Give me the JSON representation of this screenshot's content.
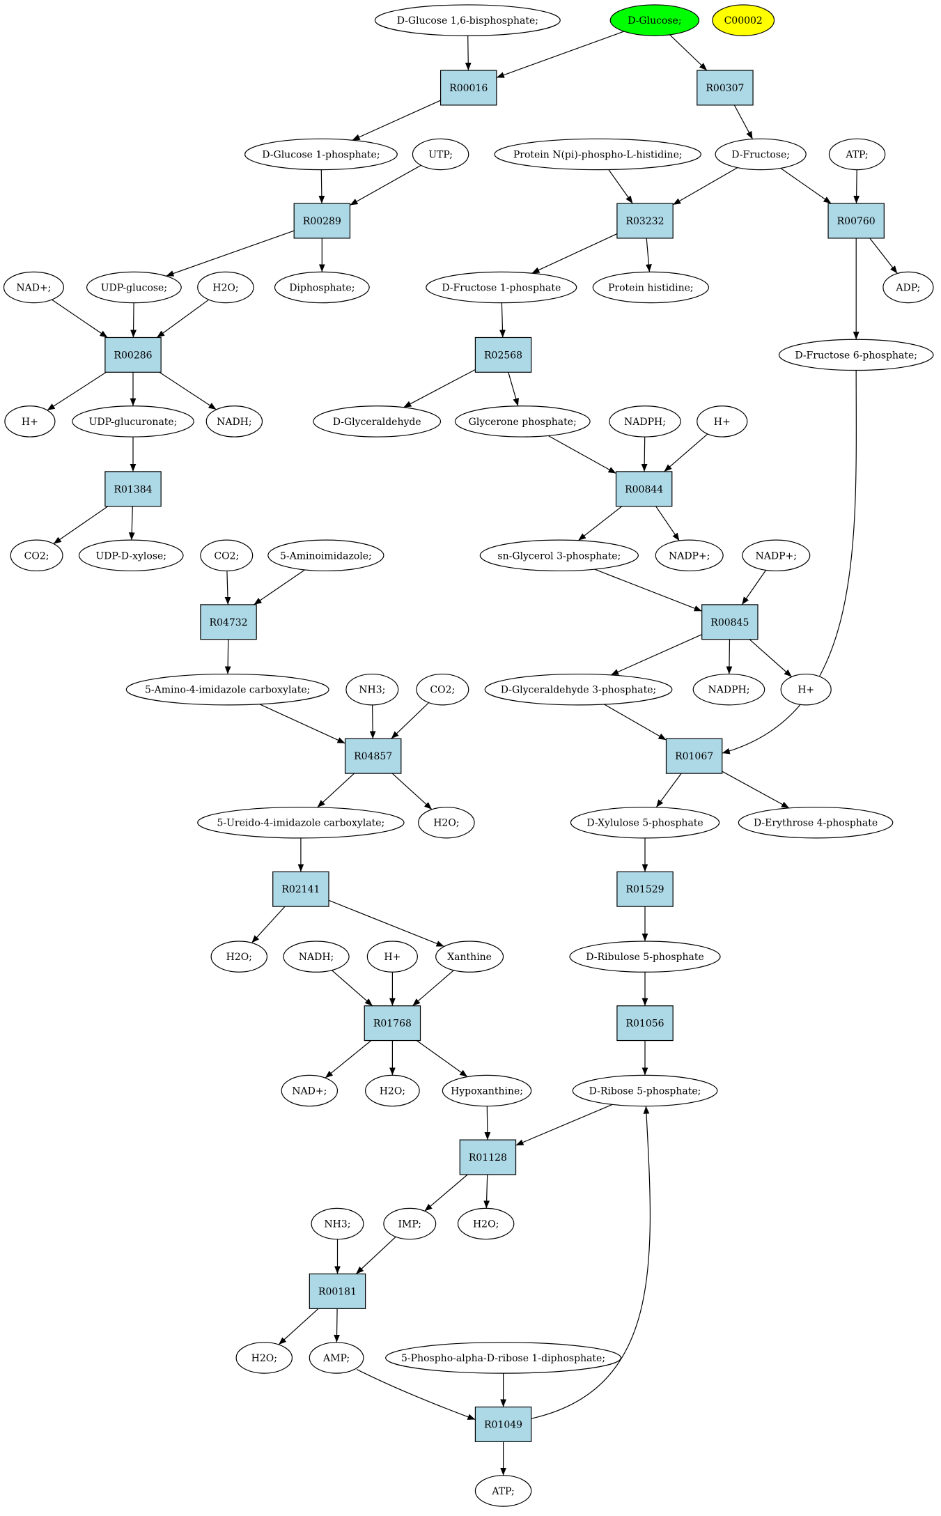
{
  "colors": {
    "reaction_fill": "#add8e6",
    "compound_fill": "#ffffff",
    "start_fill": "#00ff00",
    "highlight_fill": "#ffff00",
    "line": "#000000"
  },
  "nodes": [
    {
      "id": "g16bp",
      "kind": "compound",
      "label": "D-Glucose 1,6-bisphosphate;"
    },
    {
      "id": "glc",
      "kind": "compound",
      "label": "D-Glucose;",
      "fill": "start"
    },
    {
      "id": "c00002",
      "kind": "compound",
      "label": "C00002",
      "fill": "highlight"
    },
    {
      "id": "R00016",
      "kind": "reaction",
      "label": "R00016"
    },
    {
      "id": "R00307",
      "kind": "reaction",
      "label": "R00307"
    },
    {
      "id": "g1p",
      "kind": "compound",
      "label": "D-Glucose 1-phosphate;"
    },
    {
      "id": "utp",
      "kind": "compound",
      "label": "UTP;"
    },
    {
      "id": "protnp",
      "kind": "compound",
      "label": "Protein N(pi)-phospho-L-histidine;"
    },
    {
      "id": "fru",
      "kind": "compound",
      "label": "D-Fructose;"
    },
    {
      "id": "atp1",
      "kind": "compound",
      "label": "ATP;"
    },
    {
      "id": "R00289",
      "kind": "reaction",
      "label": "R00289"
    },
    {
      "id": "R03232",
      "kind": "reaction",
      "label": "R03232"
    },
    {
      "id": "R00760",
      "kind": "reaction",
      "label": "R00760"
    },
    {
      "id": "nadp1",
      "kind": "compound",
      "label": "NAD+;"
    },
    {
      "id": "udpglc",
      "kind": "compound",
      "label": "UDP-glucose;"
    },
    {
      "id": "h2o1",
      "kind": "compound",
      "label": "H2O;"
    },
    {
      "id": "ppi",
      "kind": "compound",
      "label": "Diphosphate;"
    },
    {
      "id": "f1p",
      "kind": "compound",
      "label": "D-Fructose 1-phosphate"
    },
    {
      "id": "prothis",
      "kind": "compound",
      "label": "Protein histidine;"
    },
    {
      "id": "adp",
      "kind": "compound",
      "label": "ADP;"
    },
    {
      "id": "R00286",
      "kind": "reaction",
      "label": "R00286"
    },
    {
      "id": "R02568",
      "kind": "reaction",
      "label": "R02568"
    },
    {
      "id": "f6p",
      "kind": "compound",
      "label": "D-Fructose 6-phosphate;"
    },
    {
      "id": "hplus1",
      "kind": "compound",
      "label": "H+"
    },
    {
      "id": "udpglcA",
      "kind": "compound",
      "label": "UDP-glucuronate;"
    },
    {
      "id": "nadh1",
      "kind": "compound",
      "label": "NADH;"
    },
    {
      "id": "glyald",
      "kind": "compound",
      "label": "D-Glyceraldehyde"
    },
    {
      "id": "dhap",
      "kind": "compound",
      "label": "Glycerone phosphate;"
    },
    {
      "id": "nadph1",
      "kind": "compound",
      "label": "NADPH;"
    },
    {
      "id": "hplus2",
      "kind": "compound",
      "label": "H+"
    },
    {
      "id": "R01384",
      "kind": "reaction",
      "label": "R01384"
    },
    {
      "id": "R00844",
      "kind": "reaction",
      "label": "R00844"
    },
    {
      "id": "co2a",
      "kind": "compound",
      "label": "CO2;"
    },
    {
      "id": "udpxyl",
      "kind": "compound",
      "label": "UDP-D-xylose;"
    },
    {
      "id": "co2b",
      "kind": "compound",
      "label": "CO2;"
    },
    {
      "id": "aimz",
      "kind": "compound",
      "label": "5-Aminoimidazole;"
    },
    {
      "id": "g3p",
      "kind": "compound",
      "label": "sn-Glycerol 3-phosphate;"
    },
    {
      "id": "nadpp1",
      "kind": "compound",
      "label": "NADP+;"
    },
    {
      "id": "nadpp2",
      "kind": "compound",
      "label": "NADP+;"
    },
    {
      "id": "R04732",
      "kind": "reaction",
      "label": "R04732"
    },
    {
      "id": "R00845",
      "kind": "reaction",
      "label": "R00845"
    },
    {
      "id": "aic",
      "kind": "compound",
      "label": "5-Amino-4-imidazole carboxylate;"
    },
    {
      "id": "nh3a",
      "kind": "compound",
      "label": "NH3;"
    },
    {
      "id": "co2c",
      "kind": "compound",
      "label": "CO2;"
    },
    {
      "id": "gap",
      "kind": "compound",
      "label": "D-Glyceraldehyde 3-phosphate;"
    },
    {
      "id": "nadph2",
      "kind": "compound",
      "label": "NADPH;"
    },
    {
      "id": "hplus3",
      "kind": "compound",
      "label": "H+"
    },
    {
      "id": "R04857",
      "kind": "reaction",
      "label": "R04857"
    },
    {
      "id": "R01067",
      "kind": "reaction",
      "label": "R01067"
    },
    {
      "id": "uic",
      "kind": "compound",
      "label": "5-Ureido-4-imidazole carboxylate;"
    },
    {
      "id": "h2o2",
      "kind": "compound",
      "label": "H2O;"
    },
    {
      "id": "x5p",
      "kind": "compound",
      "label": "D-Xylulose 5-phosphate"
    },
    {
      "id": "e4p",
      "kind": "compound",
      "label": "D-Erythrose 4-phosphate"
    },
    {
      "id": "R02141",
      "kind": "reaction",
      "label": "R02141"
    },
    {
      "id": "R01529",
      "kind": "reaction",
      "label": "R01529"
    },
    {
      "id": "h2o3",
      "kind": "compound",
      "label": "H2O;"
    },
    {
      "id": "nadh2",
      "kind": "compound",
      "label": "NADH;"
    },
    {
      "id": "hplus4",
      "kind": "compound",
      "label": "H+"
    },
    {
      "id": "xan",
      "kind": "compound",
      "label": "Xanthine"
    },
    {
      "id": "ru5p",
      "kind": "compound",
      "label": "D-Ribulose 5-phosphate"
    },
    {
      "id": "R01768",
      "kind": "reaction",
      "label": "R01768"
    },
    {
      "id": "R01056",
      "kind": "reaction",
      "label": "R01056"
    },
    {
      "id": "nadp2",
      "kind": "compound",
      "label": "NAD+;"
    },
    {
      "id": "h2o4",
      "kind": "compound",
      "label": "H2O;"
    },
    {
      "id": "hyp",
      "kind": "compound",
      "label": "Hypoxanthine;"
    },
    {
      "id": "r5p",
      "kind": "compound",
      "label": "D-Ribose 5-phosphate;"
    },
    {
      "id": "R01128",
      "kind": "reaction",
      "label": "R01128"
    },
    {
      "id": "nh3b",
      "kind": "compound",
      "label": "NH3;"
    },
    {
      "id": "imp",
      "kind": "compound",
      "label": "IMP;"
    },
    {
      "id": "h2o5",
      "kind": "compound",
      "label": "H2O;"
    },
    {
      "id": "R00181",
      "kind": "reaction",
      "label": "R00181"
    },
    {
      "id": "h2o6",
      "kind": "compound",
      "label": "H2O;"
    },
    {
      "id": "amp",
      "kind": "compound",
      "label": "AMP;"
    },
    {
      "id": "prpp",
      "kind": "compound",
      "label": "5-Phospho-alpha-D-ribose 1-diphosphate;"
    },
    {
      "id": "R01049",
      "kind": "reaction",
      "label": "R01049"
    },
    {
      "id": "atp2",
      "kind": "compound",
      "label": "ATP;"
    }
  ],
  "edges": [
    [
      "g16bp",
      "R00016"
    ],
    [
      "glc",
      "R00016"
    ],
    [
      "glc",
      "R00307"
    ],
    [
      "R00016",
      "g1p"
    ],
    [
      "R00307",
      "fru"
    ],
    [
      "g1p",
      "R00289"
    ],
    [
      "utp",
      "R00289"
    ],
    [
      "protnp",
      "R03232"
    ],
    [
      "fru",
      "R03232"
    ],
    [
      "fru",
      "R00760"
    ],
    [
      "atp1",
      "R00760"
    ],
    [
      "R00289",
      "udpglc"
    ],
    [
      "R00289",
      "ppi"
    ],
    [
      "R03232",
      "f1p"
    ],
    [
      "R03232",
      "prothis"
    ],
    [
      "R00760",
      "adp"
    ],
    [
      "R00760",
      "f6p"
    ],
    [
      "nadp1",
      "R00286"
    ],
    [
      "udpglc",
      "R00286"
    ],
    [
      "h2o1",
      "R00286"
    ],
    [
      "f1p",
      "R02568"
    ],
    [
      "R00286",
      "hplus1"
    ],
    [
      "R00286",
      "udpglcA"
    ],
    [
      "R00286",
      "nadh1"
    ],
    [
      "R02568",
      "glyald"
    ],
    [
      "R02568",
      "dhap"
    ],
    [
      "udpglcA",
      "R01384"
    ],
    [
      "dhap",
      "R00844"
    ],
    [
      "nadph1",
      "R00844"
    ],
    [
      "hplus2",
      "R00844"
    ],
    [
      "R01384",
      "co2a"
    ],
    [
      "R01384",
      "udpxyl"
    ],
    [
      "R00844",
      "g3p"
    ],
    [
      "R00844",
      "nadpp1"
    ],
    [
      "co2b",
      "R04732"
    ],
    [
      "aimz",
      "R04732"
    ],
    [
      "g3p",
      "R00845"
    ],
    [
      "nadpp2",
      "R00845"
    ],
    [
      "R04732",
      "aic"
    ],
    [
      "R00845",
      "gap"
    ],
    [
      "R00845",
      "nadph2"
    ],
    [
      "R00845",
      "hplus3"
    ],
    [
      "aic",
      "R04857"
    ],
    [
      "nh3a",
      "R04857"
    ],
    [
      "co2c",
      "R04857"
    ],
    [
      "gap",
      "R01067"
    ],
    [
      "f6p",
      "R01067"
    ],
    [
      "R04857",
      "uic"
    ],
    [
      "R04857",
      "h2o2"
    ],
    [
      "R01067",
      "x5p"
    ],
    [
      "R01067",
      "e4p"
    ],
    [
      "uic",
      "R02141"
    ],
    [
      "x5p",
      "R01529"
    ],
    [
      "R02141",
      "h2o3"
    ],
    [
      "R02141",
      "xan"
    ],
    [
      "R01529",
      "ru5p"
    ],
    [
      "nadh2",
      "R01768"
    ],
    [
      "hplus4",
      "R01768"
    ],
    [
      "xan",
      "R01768"
    ],
    [
      "ru5p",
      "R01056"
    ],
    [
      "R01768",
      "nadp2"
    ],
    [
      "R01768",
      "h2o4"
    ],
    [
      "R01768",
      "hyp"
    ],
    [
      "R01056",
      "r5p"
    ],
    [
      "hyp",
      "R01128"
    ],
    [
      "r5p",
      "R01128"
    ],
    [
      "R01128",
      "imp"
    ],
    [
      "R01128",
      "h2o5"
    ],
    [
      "nh3b",
      "R00181"
    ],
    [
      "imp",
      "R00181"
    ],
    [
      "R00181",
      "h2o6"
    ],
    [
      "R00181",
      "amp"
    ],
    [
      "amp",
      "R01049"
    ],
    [
      "prpp",
      "R01049"
    ],
    [
      "R01049",
      "atp2"
    ],
    [
      "R01049",
      "r5p"
    ]
  ]
}
